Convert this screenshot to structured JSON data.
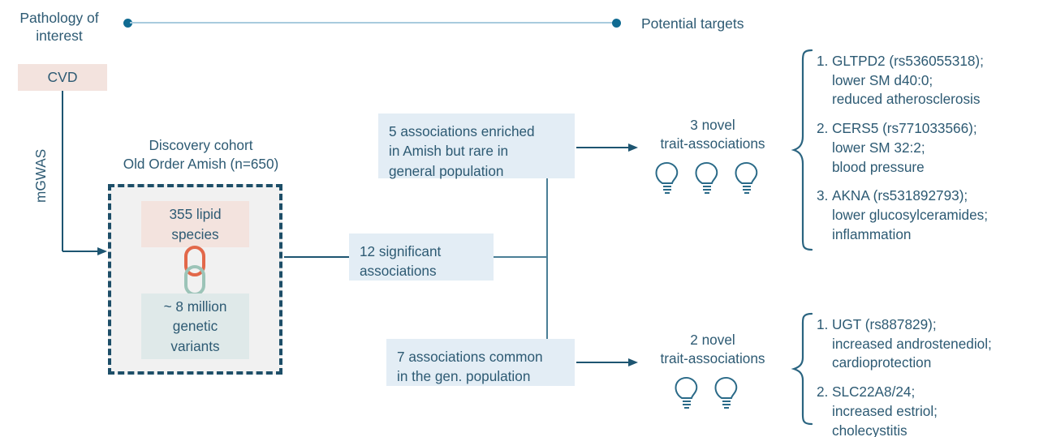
{
  "header": {
    "left_label": "Pathology of\ninterest",
    "right_label": "Potential targets",
    "axis_color": "#a8cbdd",
    "dot_color": "#106b92"
  },
  "pipeline": {
    "pathology_box": "CVD",
    "method_label": "mGWAS",
    "cohort_caption": "Discovery cohort\nOld Order Amish (n=650)",
    "lipid_box": "355 lipid\nspecies",
    "variant_box": "~ 8 million\ngenetic\nvariants",
    "link_icon_top_color": "#e2684a",
    "link_icon_bottom_color": "#9cc4b8"
  },
  "results": {
    "significant": "12 significant\nassociations",
    "enriched": "5 associations enriched\nin Amish but rare in\ngeneral population",
    "common": "7 associations common\nin the gen. population"
  },
  "outcomes": [
    {
      "title": "3 novel\ntrait-associations",
      "bulb_count": 3,
      "findings": [
        {
          "num": "1.",
          "text": "GLTPD2 (rs536055318);\nlower SM d40:0;\nreduced atherosclerosis"
        },
        {
          "num": "2.",
          "text": "CERS5 (rs771033566);\nlower SM 32:2;\nblood pressure"
        },
        {
          "num": "3.",
          "text": "AKNA (rs531892793);\nlower glucosylceramides;\ninflammation"
        }
      ]
    },
    {
      "title": "2 novel\ntrait-associations",
      "bulb_count": 2,
      "findings": [
        {
          "num": "1.",
          "text": "UGT (rs887829);\nincreased androstenediol;\ncardioprotection"
        },
        {
          "num": "2.",
          "text": "SLC22A8/24;\nincreased estriol;\ncholecystitis"
        }
      ]
    }
  ],
  "colors": {
    "text": "#2d5a73",
    "arrow": "#1d5571",
    "blue_box": "#e3edf5",
    "pink_box": "#f3e3de",
    "teal_box": "#dfe9e9",
    "frame": "#1d4e68",
    "frame_fill": "#f1f1f1",
    "brace": "#2a6480"
  }
}
